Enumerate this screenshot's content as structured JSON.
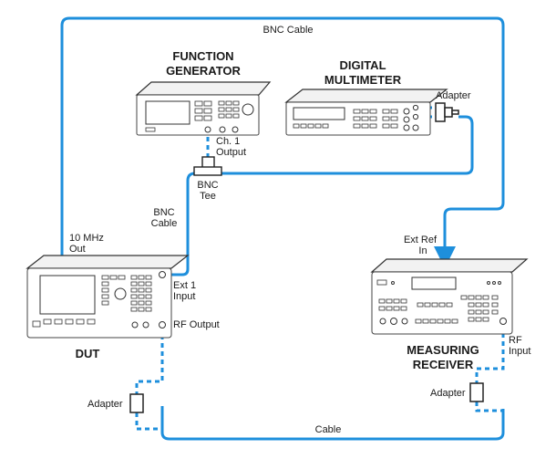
{
  "diagram": {
    "instruments": {
      "function_generator": {
        "title_line1": "FUNCTION",
        "title_line2": "GENERATOR"
      },
      "digital_multimeter": {
        "title_line1": "DIGITAL",
        "title_line2": "MULTIMETER"
      },
      "dut": {
        "title": "DUT"
      },
      "measuring_receiver": {
        "title_line1": "MEASURING",
        "title_line2": "RECEIVER"
      }
    },
    "labels": {
      "bnc_cable_top": "BNC Cable",
      "adapter_dmm": "Adapter",
      "ch1_output_line1": "Ch. 1",
      "ch1_output_line2": "Output",
      "bnc_tee_line1": "BNC",
      "bnc_tee_line2": "Tee",
      "bnc_cable_mid_line1": "BNC",
      "bnc_cable_mid_line2": "Cable",
      "ten_mhz_out_line1": "10 MHz",
      "ten_mhz_out_line2": "Out",
      "ext_ref_in_line1": "Ext Ref",
      "ext_ref_in_line2": "In",
      "ext1_input_line1": "Ext 1",
      "ext1_input_line2": "Input",
      "rf_output": "RF Output",
      "rf_input_line1": "RF",
      "rf_input_line2": "Input",
      "adapter_dut": "Adapter",
      "adapter_receiver": "Adapter",
      "cable_bottom": "Cable"
    },
    "colors": {
      "cable": "#1e8fdc",
      "outline": "#333333"
    }
  }
}
